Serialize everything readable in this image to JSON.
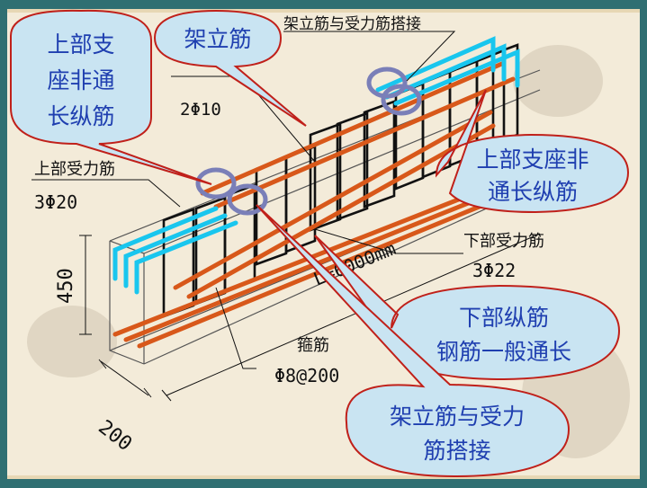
{
  "labels": {
    "top_lap": "架立筋与受力筋搭接",
    "erection_spec": "2Φ10",
    "top_bars": "上部受力筋",
    "top_bars_spec": "3Φ20",
    "height": "450",
    "width": "200",
    "stirrup": "箍筋",
    "stirrup_spec": "Φ8@200",
    "length": "L=6000mm",
    "bottom_bars": "下部受力筋",
    "bottom_bars_spec": "3Φ22"
  },
  "callouts": {
    "top_left_line1": "上部支",
    "top_left_line2": "座非通",
    "top_left_line3": "长纵筋",
    "erection": "架立筋",
    "right_line1": "上部支座非",
    "right_line2": "通长纵筋",
    "bottom_line1": "下部纵筋",
    "bottom_line2": "钢筋一般通长",
    "lap_line1": "架立筋与受力",
    "lap_line2": "筋搭接"
  },
  "colors": {
    "border": "#2f6f72",
    "background": "#f3ebd9",
    "cyan_bar": "#19c6ee",
    "orange_bar": "#d8581a",
    "callout_fill": "#c9e4f2",
    "callout_stroke": "#c0201a",
    "callout_text": "#1f3fb0",
    "circle": "#7a7fb8"
  }
}
